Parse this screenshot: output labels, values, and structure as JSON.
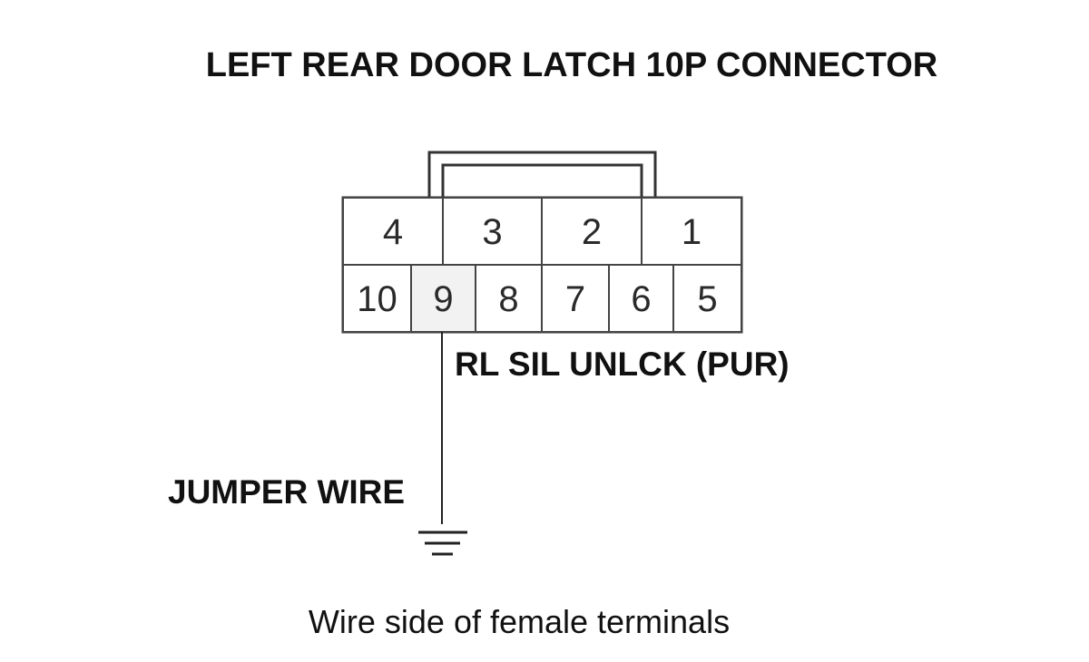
{
  "title": "LEFT REAR DOOR LATCH 10P CONNECTOR",
  "connector": {
    "top_row": [
      "4",
      "3",
      "2",
      "1"
    ],
    "bottom_row": [
      "10",
      "9",
      "8",
      "7",
      "6",
      "5"
    ],
    "highlighted_pin": "9"
  },
  "wire_label": "RL SIL UNLCK (PUR)",
  "jumper_label": "JUMPER WIRE",
  "caption": "Wire side of female terminals",
  "ground_symbol": "ground-icon"
}
